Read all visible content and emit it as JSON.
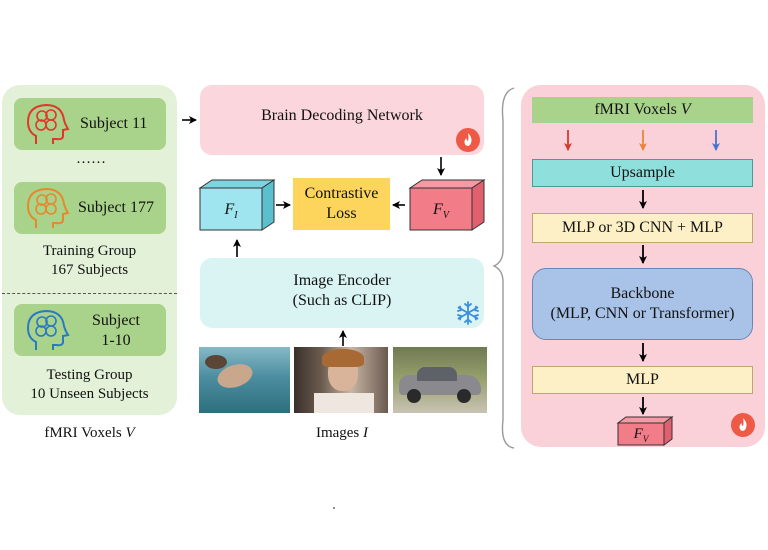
{
  "left_panel": {
    "subject_a": "Subject 11",
    "ellipsis": "……",
    "subject_b": "Subject 177",
    "training_title": "Training Group",
    "training_count": "167 Subjects",
    "subject_c_line1": "Subject",
    "subject_c_line2": "1-10",
    "testing_title": "Testing Group",
    "testing_count": "10 Unseen Subjects",
    "caption_text": "fMRI Voxels ",
    "caption_var": "V"
  },
  "middle": {
    "brain_decoding": "Brain Decoding Network",
    "contrastive_line1": "Contrastive",
    "contrastive_line2": "Loss",
    "fi_main": "F",
    "fi_sub": "I",
    "fv_main": "F",
    "fv_sub": "V",
    "image_encoder_line1": "Image Encoder",
    "image_encoder_line2": "(Such as CLIP)",
    "images_caption_text": "Images ",
    "images_caption_var": "I"
  },
  "right_panel": {
    "voxels_text": "fMRI Voxels ",
    "voxels_var": "V",
    "upsample": "Upsample",
    "mlp_cnn": "MLP or 3D CNN + MLP",
    "backbone_line1": "Backbone",
    "backbone_line2": "(MLP, CNN or Transformer)",
    "mlp": "MLP",
    "out_main": "F",
    "out_sub": "V"
  },
  "colors": {
    "green_panel": "#e3f1d8",
    "green_box": "#a9d38a",
    "pink_panel": "#fad1d8",
    "pink_box": "#fbd6dc",
    "teal_box": "#8fe0dc",
    "cream_box": "#fdf0c7",
    "blue_box": "#a9c3e8",
    "yellow_box": "#fdd55d",
    "red_cube": "#f27c88",
    "light_blue_panel": "#daf4f4",
    "fire_red": "#ee5a45"
  }
}
